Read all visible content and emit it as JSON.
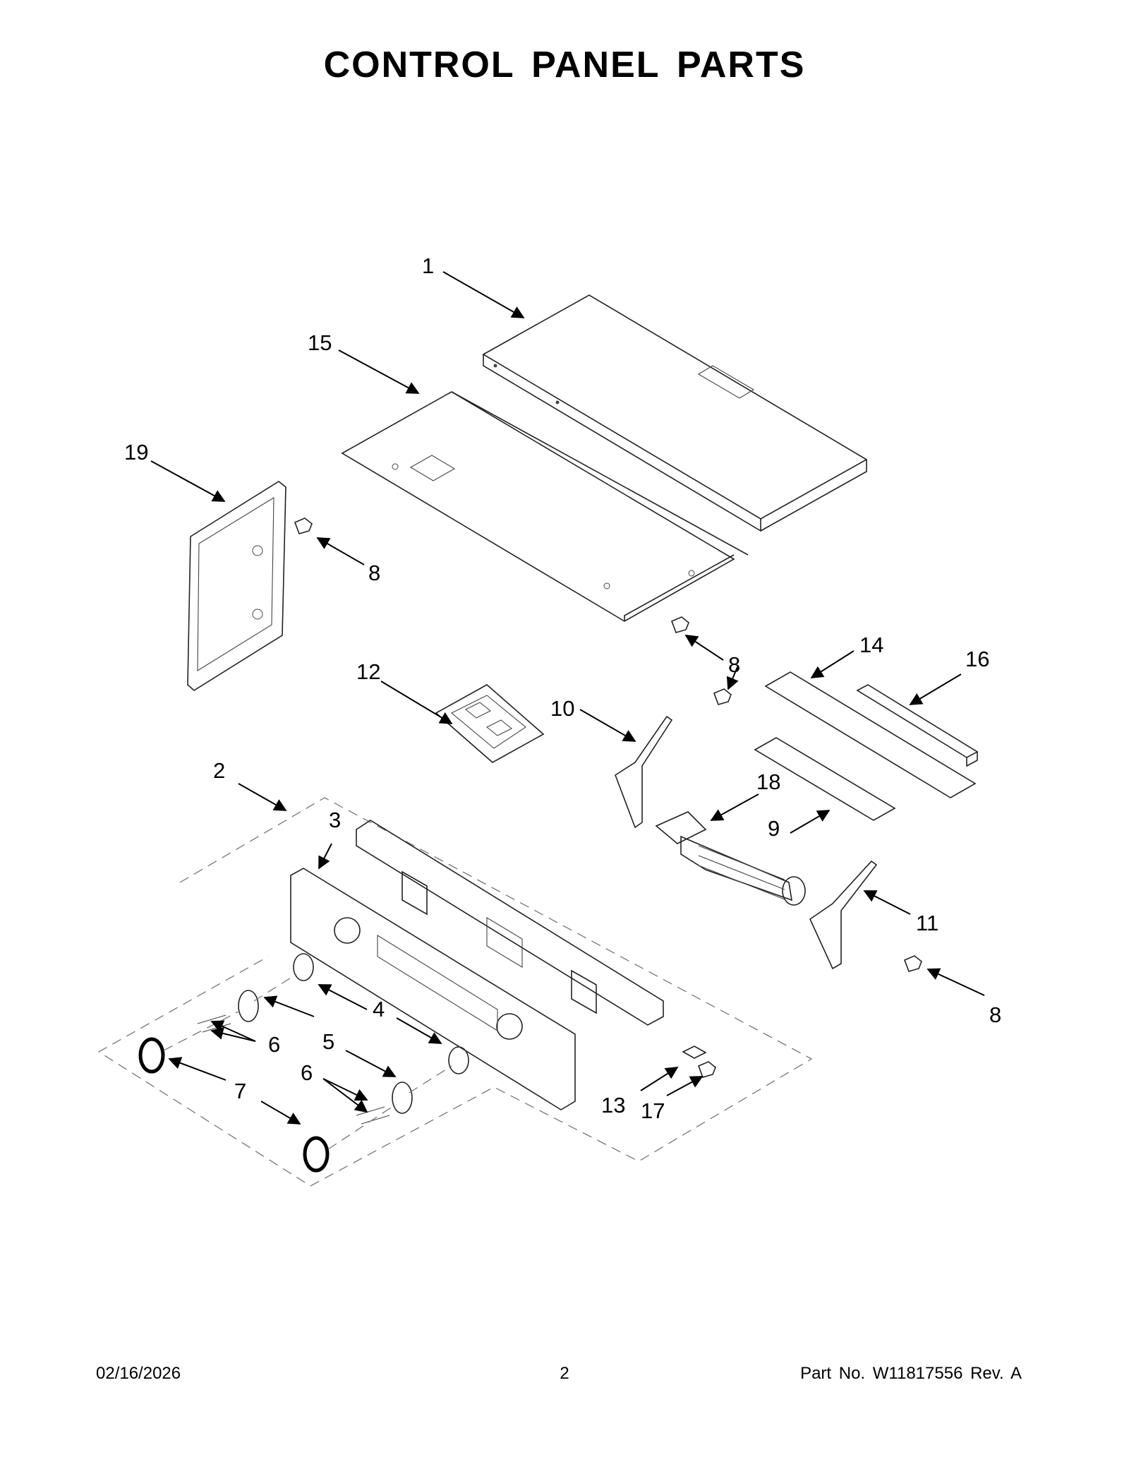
{
  "title": "CONTROL PANEL PARTS",
  "callouts": [
    "1",
    "15",
    "19",
    "8",
    "8",
    "12",
    "14",
    "16",
    "10",
    "2",
    "18",
    "9",
    "3",
    "11",
    "4",
    "8",
    "6",
    "5",
    "13",
    "17",
    "6",
    "7"
  ],
  "footer": {
    "date": "02/16/2026",
    "page": "2",
    "part_number": "Part No.  W11817556  Rev.  A"
  }
}
